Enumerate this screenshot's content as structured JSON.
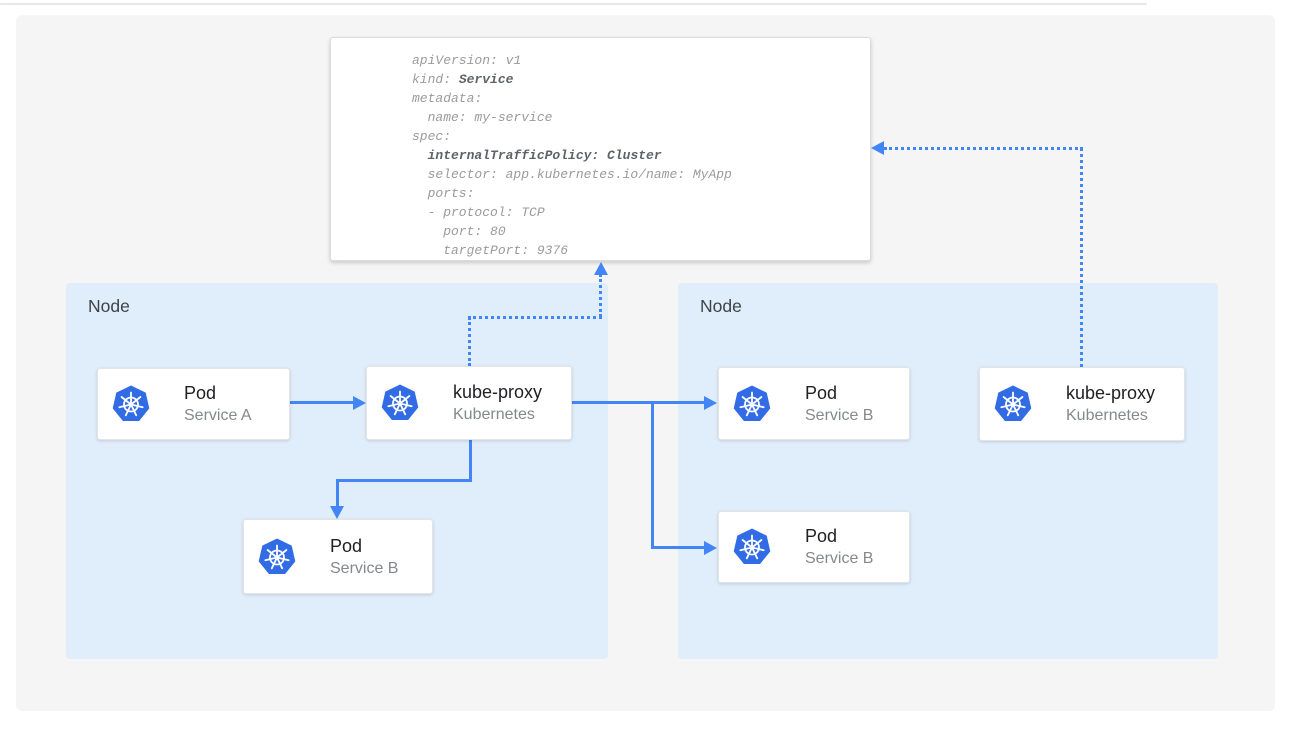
{
  "colors": {
    "accent_blue": "#4285f4",
    "kubernetes_blue": "#326ce5",
    "node_background": "#e0eefb",
    "panel_background": "#f5f5f6",
    "code_text": "#9b9b9b",
    "code_bold_text": "#5f6368"
  },
  "code_panel": {
    "lines": [
      {
        "pre": "apiVersion: v1",
        "bold": ""
      },
      {
        "pre": "kind: ",
        "bold": "Service"
      },
      {
        "pre": "metadata:",
        "bold": ""
      },
      {
        "pre": "  name: my-service",
        "bold": ""
      },
      {
        "pre": "spec:",
        "bold": ""
      },
      {
        "pre": "  ",
        "bold": "internalTrafficPolicy: Cluster"
      },
      {
        "pre": "  selector: app.kubernetes.io/name: MyApp",
        "bold": ""
      },
      {
        "pre": "  ports:",
        "bold": ""
      },
      {
        "pre": "  - protocol: TCP",
        "bold": ""
      },
      {
        "pre": "    port: 80",
        "bold": ""
      },
      {
        "pre": "    targetPort: 9376",
        "bold": ""
      }
    ]
  },
  "nodes": {
    "left": {
      "label": "Node"
    },
    "right": {
      "label": "Node"
    }
  },
  "cards": [
    {
      "title": "Pod",
      "subtitle": "Service A",
      "icon": "kubernetes-icon"
    },
    {
      "title": "kube-proxy",
      "subtitle": "Kubernetes",
      "icon": "kubernetes-icon"
    },
    {
      "title": "Pod",
      "subtitle": "Service B",
      "icon": "kubernetes-icon"
    },
    {
      "title": "Pod",
      "subtitle": "Service B",
      "icon": "kubernetes-icon"
    },
    {
      "title": "Pod",
      "subtitle": "Service B",
      "icon": "kubernetes-icon"
    },
    {
      "title": "kube-proxy",
      "subtitle": "Kubernetes",
      "icon": "kubernetes-icon"
    }
  ]
}
